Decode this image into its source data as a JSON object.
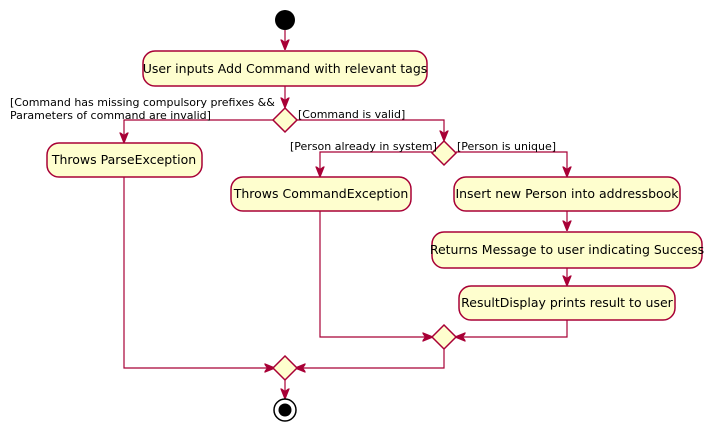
{
  "colors": {
    "activity_fill": "#FEFECE",
    "border": "#A80036",
    "start_node": "#000000"
  },
  "activities": {
    "user_inputs": "User inputs Add Command with relevant tags",
    "throws_parse": "Throws ParseException",
    "throws_command": "Throws CommandException",
    "insert_person": "Insert new Person into addressbook",
    "returns_message": "Returns Message to user indicating Success",
    "result_display": "ResultDisplay prints result to user"
  },
  "guards": {
    "invalid_line1": "[Command has missing compulsory prefixes &&",
    "invalid_line2": " Parameters of command are invalid]",
    "valid": "[Command is valid]",
    "already_in_system": "[Person already in system]",
    "unique": "[Person is unique]"
  }
}
